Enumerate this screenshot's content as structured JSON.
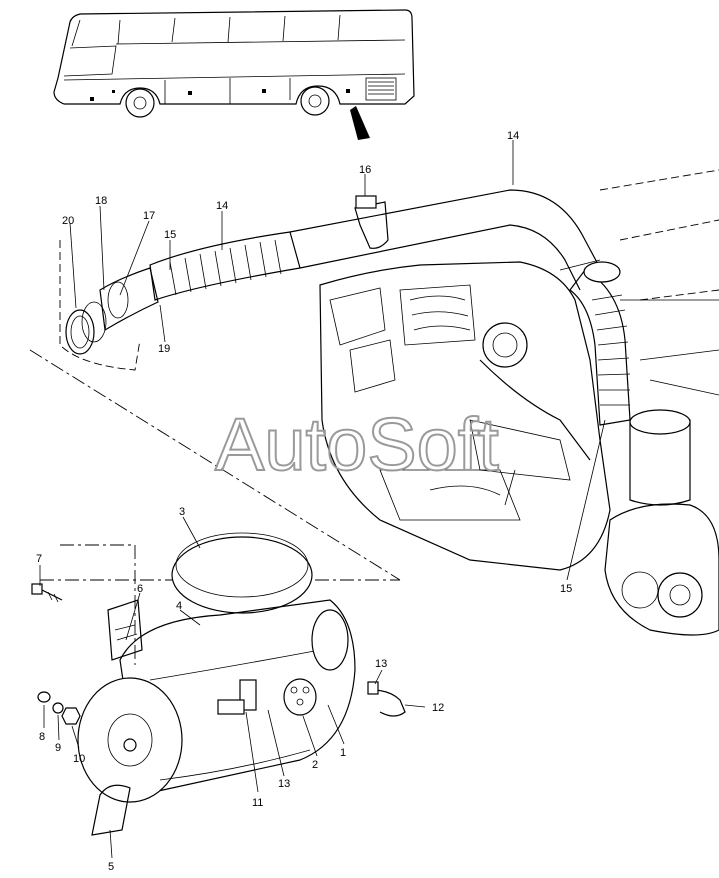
{
  "watermark": "AutoSoft",
  "callouts": {
    "c1": "1",
    "c2": "2",
    "c3": "3",
    "c4": "4",
    "c5": "5",
    "c6": "6",
    "c7": "7",
    "c8": "8",
    "c9": "9",
    "c10": "10",
    "c11": "11",
    "c12": "12",
    "c13a": "13",
    "c13b": "13",
    "c14a": "14",
    "c14b": "14",
    "c15a": "15",
    "c15b": "15",
    "c16": "16",
    "c17": "17",
    "c18": "18",
    "c19": "19",
    "c20": "20"
  }
}
